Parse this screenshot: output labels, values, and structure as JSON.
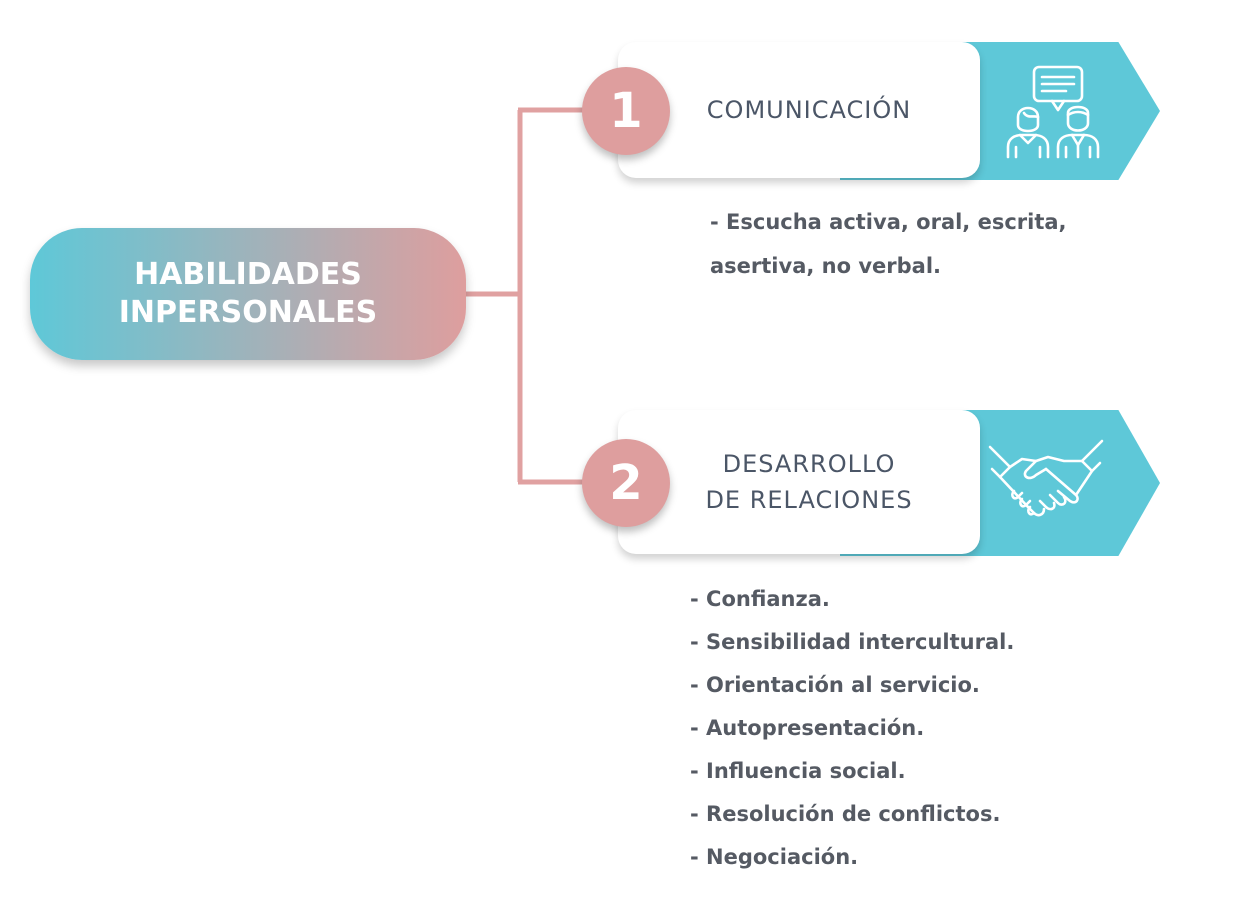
{
  "colors": {
    "teal": "#5ec8d8",
    "pink": "#de9e9e",
    "connector": "#e0a1a1",
    "label_text": "#4b5667",
    "bullet_text": "#555a63"
  },
  "root": {
    "lines": [
      "HABILIDADES",
      "INPERSONALES"
    ]
  },
  "branches": [
    {
      "number": "1",
      "label_lines": [
        "COMUNICACIÓN"
      ],
      "icon": "conversation-people-icon",
      "bullets": [
        "- Escucha activa, oral, escrita,",
        "asertiva, no verbal."
      ]
    },
    {
      "number": "2",
      "label_lines": [
        "DESARROLLO",
        "DE RELACIONES"
      ],
      "icon": "handshake-icon",
      "bullets": [
        "- Confianza.",
        "- Sensibilidad intercultural.",
        "- Orientación al servicio.",
        "- Autopresentación.",
        "- Influencia social.",
        "- Resolución de conflictos.",
        "- Negociación."
      ]
    }
  ]
}
